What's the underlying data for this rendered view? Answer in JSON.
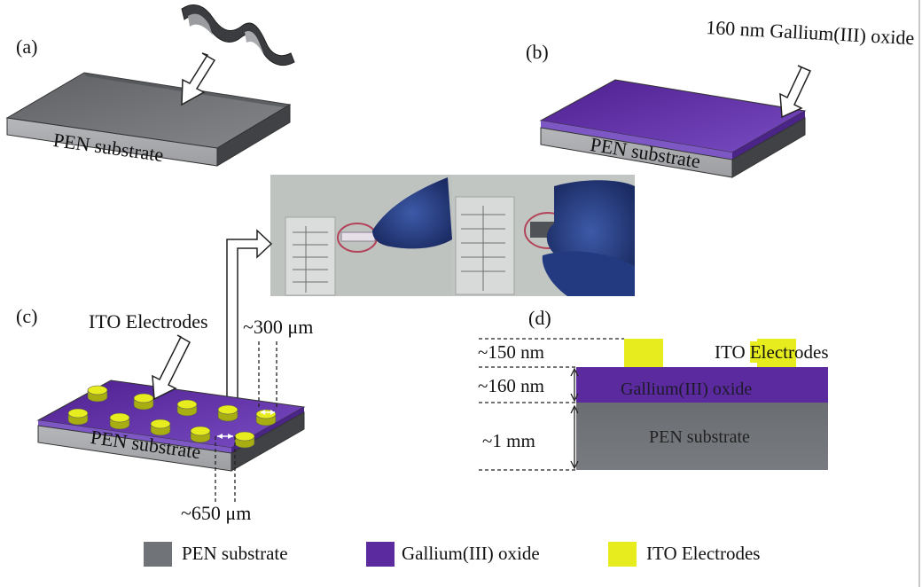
{
  "panels": {
    "a": {
      "tag": "(a)",
      "substrate_label": "PEN substrate"
    },
    "b": {
      "tag": "(b)",
      "callout": "160 nm Gallium(III) oxide",
      "substrate_label": "PEN substrate"
    },
    "c": {
      "tag": "(c)",
      "electrodes_callout": "ITO Electrodes",
      "spacing_label": "~650 μm",
      "diameter_label": "~300 μm",
      "substrate_label": "PEN substrate"
    },
    "d": {
      "tag": "(d)",
      "electrode_thickness": "~150 nm",
      "oxide_thickness": "~160 nm",
      "substrate_thickness": "~1 mm",
      "electrodes_label_prefix": "ITO ",
      "electrodes_label_highlight": "Elec",
      "electrodes_label_suffix": "trodes",
      "oxide_label": "Gallium(III) oxide",
      "substrate_label": "PEN substrate"
    }
  },
  "legend": [
    {
      "label": "PEN substrate",
      "color": "#707378"
    },
    {
      "label": "Gallium(III) oxide",
      "color": "#5a2a9e"
    },
    {
      "label": "ITO Electrodes",
      "color": "#e6ec1e"
    }
  ],
  "colors": {
    "pen": "#707378",
    "oxide": "#5a2a9e",
    "ito": "#e6ec1e"
  }
}
